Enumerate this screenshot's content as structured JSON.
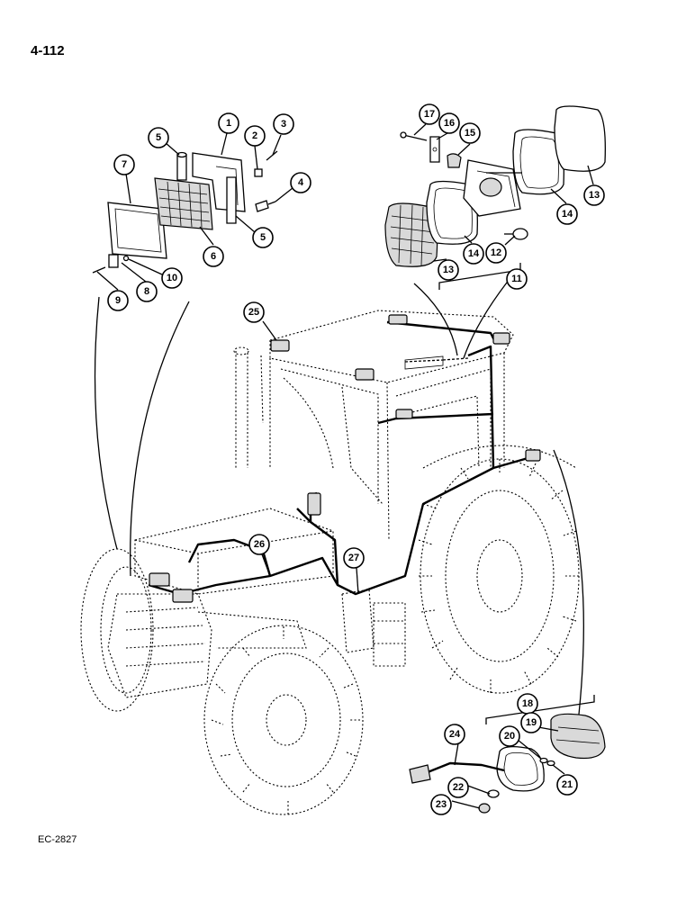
{
  "page": {
    "number": "4-112",
    "figure_code": "EC-2827"
  },
  "callouts": {
    "c1": "1",
    "c2": "2",
    "c3": "3",
    "c4": "4",
    "c5a": "5",
    "c5b": "5",
    "c6": "6",
    "c7": "7",
    "c8": "8",
    "c9": "9",
    "c10": "10",
    "c11": "11",
    "c12": "12",
    "c13a": "13",
    "c13b": "13",
    "c14a": "14",
    "c14b": "14",
    "c15": "15",
    "c16": "16",
    "c17": "17",
    "c18": "18",
    "c19": "19",
    "c20": "20",
    "c21": "21",
    "c22": "22",
    "c23": "23",
    "c24": "24",
    "c25": "25",
    "c26": "26",
    "c27": "27"
  }
}
